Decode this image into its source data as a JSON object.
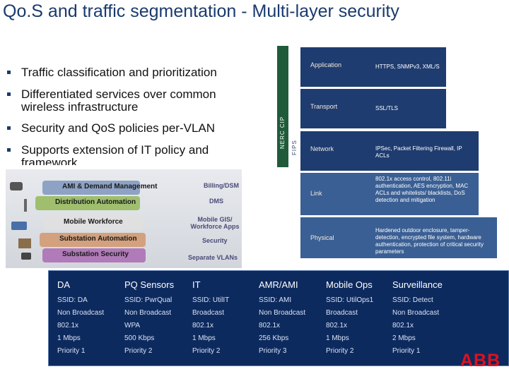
{
  "title": "Qo.S and traffic segmentation - Multi-layer security",
  "bullets": [
    {
      "text": "Traffic classification and prioritization"
    },
    {
      "text": "Differentiated services over common wireless infrastructure"
    },
    {
      "text": "Security and QoS policies per-VLAN"
    },
    {
      "text": "Supports extension of IT policy and framework"
    }
  ],
  "side_labels": {
    "nerc": "NERC CIP",
    "fips": "FIPS"
  },
  "layers": [
    {
      "name": "Application",
      "desc": "HTTPS, SNMPv3, XML/S"
    },
    {
      "name": "Transport",
      "desc": "SSL/TLS"
    },
    {
      "name": "Network",
      "desc": "IPSec, Packet Filtering Firewall, IP ACLs"
    },
    {
      "name": "Link",
      "desc": "802.1x access control, 802.11i authentication, AES encryption, MAC ACLs and whitelists/ blacklists, DoS detection and mitigation"
    },
    {
      "name": "Physical",
      "desc": "Hardened outdoor enclosure, tamper-detection, encrypted file system, hardware authentication, protection of critical security parameters"
    }
  ],
  "stack_cards": [
    {
      "label": "AMI & Demand Management",
      "color": "#8da2c4"
    },
    {
      "label": "Distribution Automation",
      "color": "#9fbf6f"
    },
    {
      "label": "Mobile Workforce",
      "color": "#e0e0e0"
    },
    {
      "label": "Substation Automation",
      "color": "#d3a17e"
    },
    {
      "label": "Substation Security",
      "color": "#b07bb8"
    }
  ],
  "right_labels": [
    "Billing/DSM",
    "DMS",
    "Mobile GIS/ Workforce Apps",
    "Security",
    "Separate VLANs"
  ],
  "table": {
    "columns": [
      {
        "head": "DA",
        "rows": [
          "SSID: DA",
          "Non Broadcast",
          "802.1x",
          "1 Mbps",
          "Priority 1"
        ]
      },
      {
        "head": "PQ Sensors",
        "rows": [
          "SSID: PwrQual",
          "Non Broadcast",
          "WPA",
          "500 Kbps",
          "Priority 2"
        ]
      },
      {
        "head": "IT",
        "rows": [
          "SSID: UtilIT",
          "Broadcast",
          "802.1x",
          "1 Mbps",
          "Priority 2"
        ]
      },
      {
        "head": "AMR/AMI",
        "rows": [
          "SSID: AMI",
          "Non Broadcast",
          "802.1x",
          "256 Kbps",
          "Priority 3"
        ]
      },
      {
        "head": "Mobile Ops",
        "rows": [
          "SSID: UtilOps1",
          "Broadcast",
          "802.1x",
          "1 Mbps",
          "Priority 2"
        ]
      },
      {
        "head": "Surveillance",
        "rows": [
          "SSID: Detect",
          "Non Broadcast",
          "802.1x",
          "2 Mbps",
          "Priority 1"
        ]
      }
    ]
  },
  "logo": "ABB",
  "colors": {
    "title": "#1a3a6e",
    "layer_dark": "#1e3c70",
    "layer_light": "#3a5f94",
    "table_bg": "#0d2a5e",
    "logo": "#e0101e",
    "nerc_bar": "#1f5b3a"
  }
}
